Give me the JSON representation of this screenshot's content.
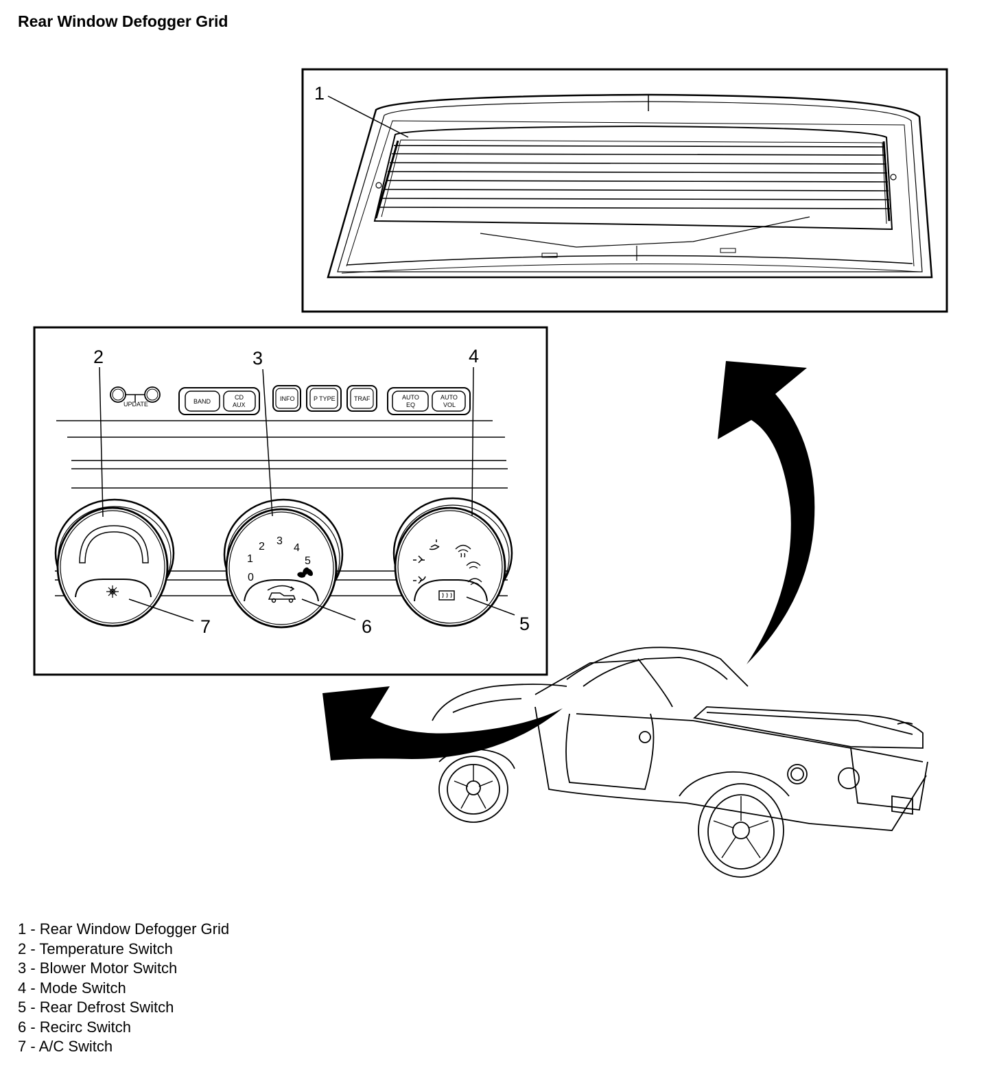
{
  "title": "Rear Window Defogger Grid",
  "callouts": [
    "1",
    "2",
    "3",
    "4",
    "5",
    "6",
    "7"
  ],
  "radio_buttons": {
    "update": "UPDATE",
    "band": "BAND",
    "cd": "CD",
    "aux": "AUX",
    "info": "INFO",
    "ptype": "P TYPE",
    "traf": "TRAF",
    "auto_eq_1": "AUTO",
    "auto_eq_2": "EQ",
    "auto_vol_1": "AUTO",
    "auto_vol_2": "VOL"
  },
  "blower_dial": [
    "0",
    "1",
    "2",
    "3",
    "4",
    "5"
  ],
  "legend": [
    "1 - Rear Window Defogger Grid",
    "2 - Temperature Switch",
    "3 - Blower Motor Switch",
    "4 - Mode Switch",
    "5 - Rear Defrost Switch",
    "6 - Recirc Switch",
    "7 - A/C Switch"
  ],
  "icons": [
    "fan-icon",
    "recirc-car-icon",
    "snowflake-icon",
    "rear-defrost-icon",
    "vent-icon",
    "defrost-icon"
  ]
}
